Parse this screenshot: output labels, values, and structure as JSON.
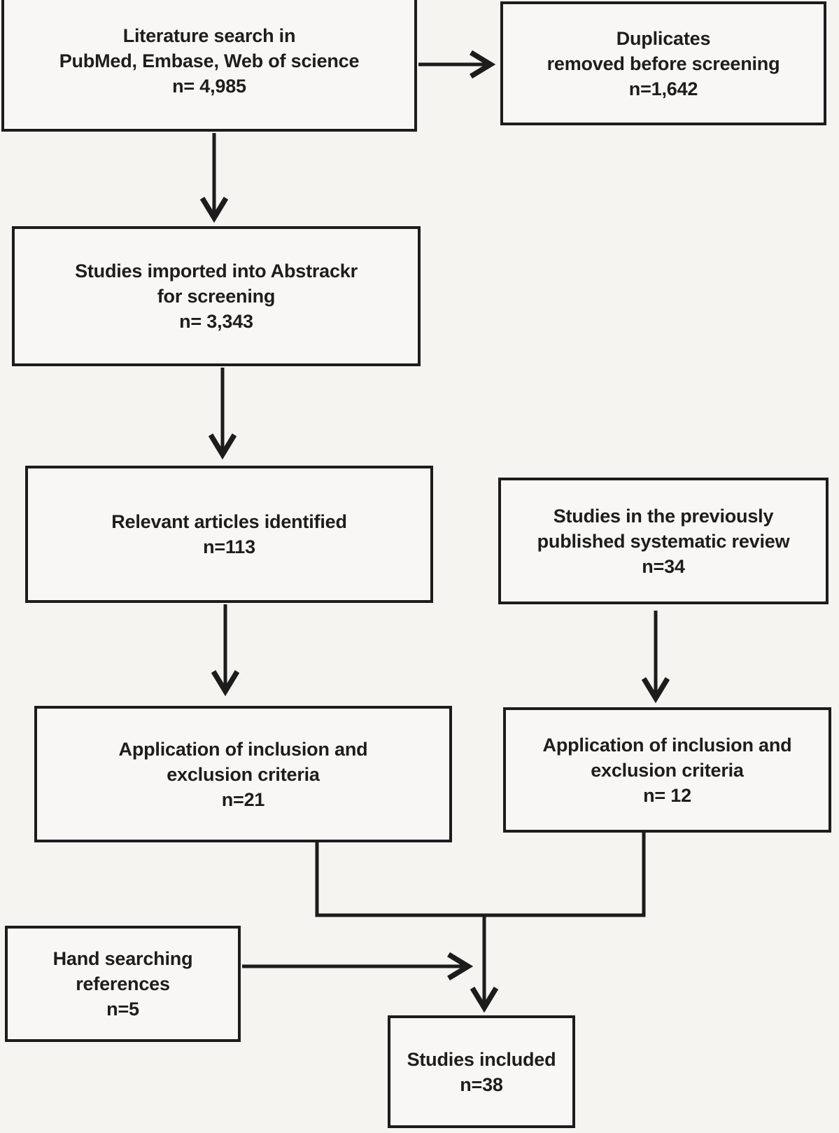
{
  "diagram_type": "flowchart",
  "colors": {
    "line": "#1c1c1c",
    "background": "#f5f4f1",
    "box_fill": "#f8f7f5",
    "text": "#1d1d1d"
  },
  "boxes": {
    "literature_search": {
      "lines": [
        "Literature search in",
        "PubMed, Embase, Web of science",
        "n= 4,985"
      ]
    },
    "duplicates_removed": {
      "lines": [
        "Duplicates",
        "removed before screening",
        "n=1,642"
      ]
    },
    "studies_imported": {
      "lines": [
        "Studies imported into Abstrackr",
        "for screening",
        "n= 3,343"
      ]
    },
    "relevant_articles": {
      "lines": [
        "Relevant articles identified",
        "n=113"
      ]
    },
    "previous_review": {
      "lines": [
        "Studies in the previously",
        "published systematic review",
        "n=34"
      ]
    },
    "criteria_left": {
      "lines": [
        "Application of inclusion and",
        "exclusion criteria",
        "n=21"
      ]
    },
    "criteria_right": {
      "lines": [
        "Application of inclusion and",
        "exclusion criteria",
        "n= 12"
      ]
    },
    "hand_searching": {
      "lines": [
        "Hand searching",
        "references",
        "n=5"
      ]
    },
    "studies_included": {
      "lines": [
        "Studies included",
        "n=38"
      ]
    }
  },
  "edges": [
    {
      "from": "literature_search",
      "to": "duplicates_removed"
    },
    {
      "from": "literature_search",
      "to": "studies_imported"
    },
    {
      "from": "studies_imported",
      "to": "relevant_articles"
    },
    {
      "from": "relevant_articles",
      "to": "criteria_left"
    },
    {
      "from": "previous_review",
      "to": "criteria_right"
    },
    {
      "from": "criteria_left",
      "to": "studies_included"
    },
    {
      "from": "criteria_right",
      "to": "studies_included"
    },
    {
      "from": "hand_searching",
      "to": "studies_included"
    }
  ]
}
